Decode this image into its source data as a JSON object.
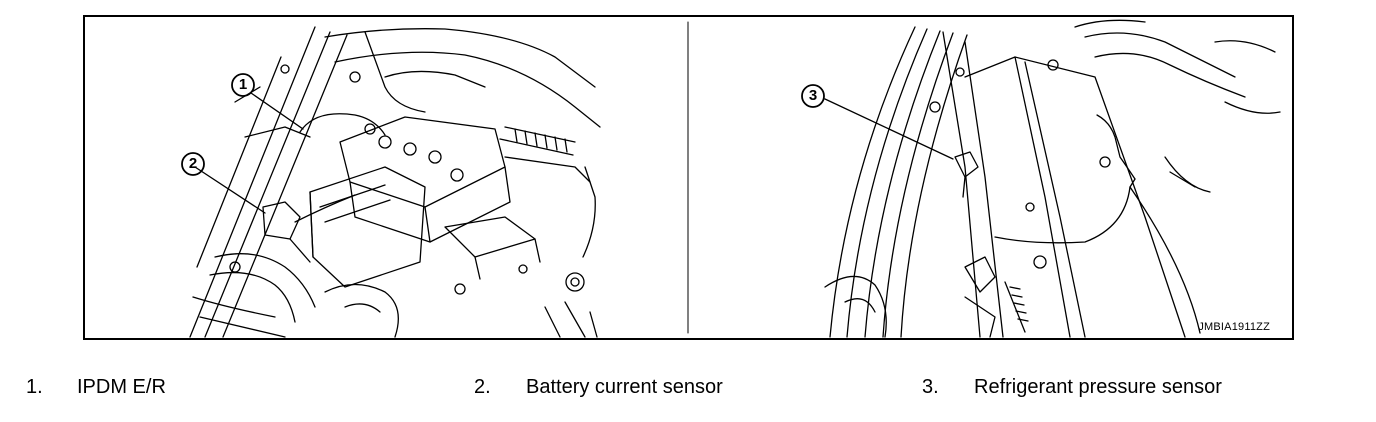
{
  "figure": {
    "id": "JMBIA1911ZZ",
    "callouts": [
      "1",
      "2",
      "3"
    ]
  },
  "legend": [
    {
      "number": "1.",
      "label": "IPDM E/R"
    },
    {
      "number": "2.",
      "label": "Battery current sensor"
    },
    {
      "number": "3.",
      "label": "Refrigerant pressure sensor"
    }
  ]
}
